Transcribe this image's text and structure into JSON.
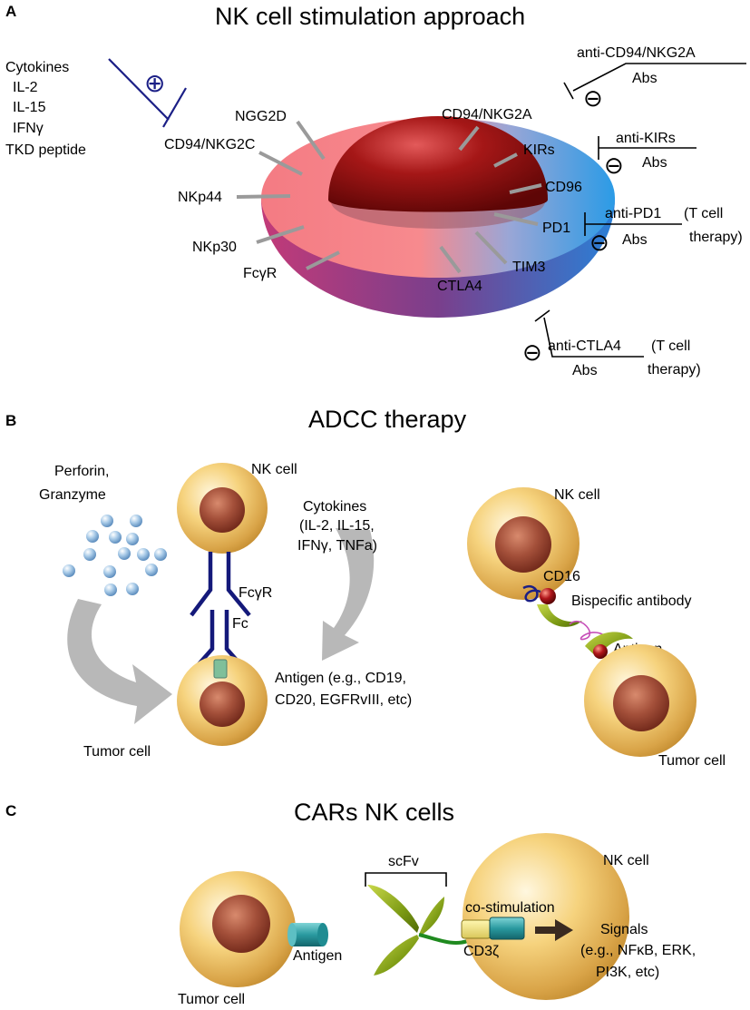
{
  "panels": {
    "a": {
      "letter": "A",
      "title": "NK cell stimulation approach",
      "stimulators": [
        "Cytokines",
        "IL-2",
        "IL-15",
        "IFNγ",
        "TKD peptide"
      ],
      "receptors_left": [
        "NGG2D",
        "CD94/NKG2C",
        "NKp44",
        "NKp30",
        "FcγR"
      ],
      "receptors_right": [
        "CD94/NKG2A",
        "KIRs",
        "CD96",
        "PD1",
        "TIM3",
        "CTLA4"
      ],
      "plus_symbol": "⊕",
      "minus_symbol": "⊖",
      "inhibitors": {
        "cd94_line1": "anti-CD94/NKG2A",
        "cd94_line2": "Abs",
        "kir_line1": "anti-KIRs",
        "kir_line2": "Abs",
        "pd1_line1": "anti-PD1",
        "pd1_line2": "Abs",
        "pd1_note1": "(T cell",
        "pd1_note2": "therapy)",
        "ctla4_line1": "anti-CTLA4",
        "ctla4_line2": "Abs",
        "ctla4_note1": "(T cell",
        "ctla4_note2": "therapy)"
      }
    },
    "b": {
      "letter": "B",
      "title": "ADCC therapy",
      "perforin_line1": "Perforin,",
      "perforin_line2": "Granzyme",
      "nk_cell": "NK cell",
      "fcgr": "FcγR",
      "fc": "Fc",
      "cytokines": [
        "Cytokines",
        "(IL-2, IL-15,",
        "IFNγ, TNFa)"
      ],
      "antigen_line1": "Antigen (e.g., CD19,",
      "antigen_line2": "CD20, EGFRvIII, etc)",
      "tumor_cell": "Tumor cell",
      "nk_cell_right": "NK cell",
      "cd16": "CD16",
      "bispecific": "Bispecific antibody",
      "antigen_right": "Antigen",
      "tumor_cell_right": "Tumor cell"
    },
    "c": {
      "letter": "C",
      "title": "CARs NK cells",
      "scfv": "scFv",
      "nk_cell": "NK cell",
      "costim": "co-stimulation",
      "antigen": "Antigen",
      "cd3z": "CD3ζ",
      "signals": [
        "Signals",
        "(e.g., NFκB, ERK,",
        "PI3K, etc)"
      ],
      "tumor_cell": "Tumor cell"
    }
  },
  "colors": {
    "navy": "#1b1f86",
    "pointer_gray": "#9a9a9a",
    "cell_cream": "#f4cf7a",
    "nucleus_brown": "#9c4a32",
    "dome_red": "#8e0d0d",
    "hemisphere_pink": "#f7848a",
    "hemisphere_blue": "#3ba6e8",
    "antibody_green": "#7a9a10",
    "cd3z_teal": "#1a7f86"
  }
}
